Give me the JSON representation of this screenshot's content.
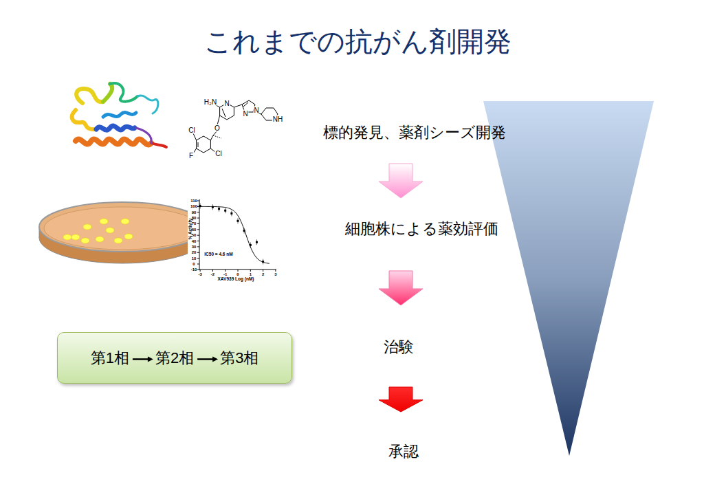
{
  "diagram": {
    "title": "これまでの抗がん剤開発",
    "nodes": [
      {
        "text": [
          "標的発見、薬剤シーズ開発"
        ]
      },
      {
        "text": [
          "細胞株による薬効評価"
        ]
      },
      {
        "text": [
          "治験"
        ]
      },
      {
        "text": [
          "承認"
        ]
      },
      {
        "text": [
          "第1相",
          "第2相",
          "第3相"
        ]
      }
    ],
    "edges": [
      {
        "from": 0,
        "to": 1,
        "arrow": "to"
      },
      {
        "from": 1,
        "to": 2,
        "arrow": "to"
      },
      {
        "from": 2,
        "to": 3,
        "arrow": "to"
      }
    ],
    "labels": [
      "H₂N",
      "N",
      "O",
      "Cl",
      "Cl",
      "F",
      "N",
      "N",
      "NH",
      "110",
      "100",
      "90",
      "80",
      "70",
      "60",
      "50",
      "40",
      "30",
      "20",
      "10",
      "0",
      "-10",
      "-3",
      "-2",
      "-1",
      "0",
      "1",
      "2",
      "3",
      "% Activity",
      "IC50 = 4.6 nM",
      "XAV939 Log (nM)"
    ]
  }
}
